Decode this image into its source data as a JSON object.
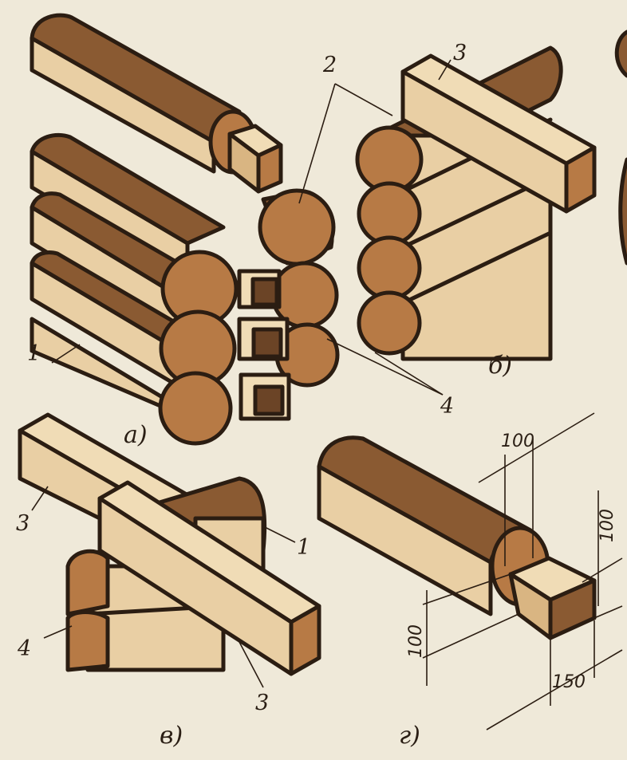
{
  "colors": {
    "paper": "#efe9d9",
    "log_top": "#8a5a32",
    "log_side": "#e9cfa4",
    "log_end": "#b77a45",
    "hewn_face": "#f0dcb6",
    "outline": "#2b1d12"
  },
  "figures": {
    "a": {
      "caption": "а)"
    },
    "b": {
      "caption": "б)"
    },
    "v": {
      "caption": "в)"
    },
    "g": {
      "caption": "г)"
    }
  },
  "labels": {
    "one_a": "1",
    "two": "2",
    "three_b": "3",
    "four_ab": "4",
    "three_v_left": "3",
    "one_v": "1",
    "four_v": "4",
    "three_v_bottom": "3"
  },
  "dimensions": {
    "top_width": "100",
    "right_height": "100",
    "left_height": "100",
    "bottom_length": "150"
  }
}
